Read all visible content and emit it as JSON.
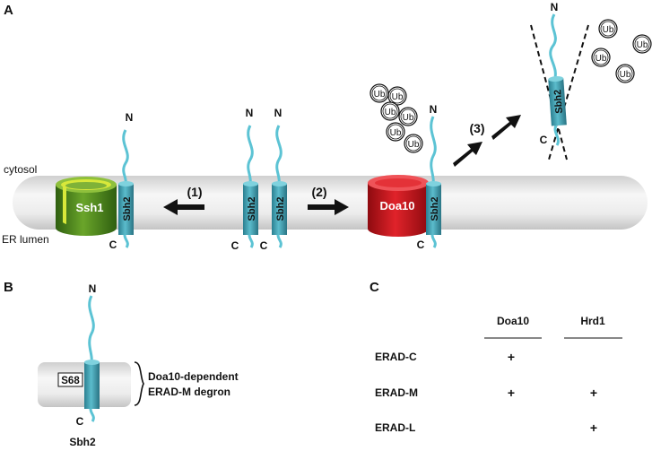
{
  "panels": {
    "a": "A",
    "b": "B",
    "c": "C"
  },
  "compartments": {
    "cytosol": "cytosol",
    "er_lumen": "ER lumen"
  },
  "proteins": {
    "ssh1": "Ssh1",
    "doa10": "Doa10",
    "sbh2": "Sbh2",
    "n_term": "N",
    "c_term": "C",
    "ub": "Ub"
  },
  "steps": {
    "step1": "(1)",
    "step2": "(2)",
    "step3": "(3)"
  },
  "panel_b": {
    "residue": "S68",
    "degron_line1": "Doa10-dependent",
    "degron_line2": "ERAD-M degron",
    "protein": "Sbh2"
  },
  "panel_c": {
    "columns": [
      "Doa10",
      "Hrd1"
    ],
    "rows": [
      {
        "label": "ERAD-C",
        "doa10": "+",
        "hrd1": ""
      },
      {
        "label": "ERAD-M",
        "doa10": "+",
        "hrd1": "+"
      },
      {
        "label": "ERAD-L",
        "doa10": "",
        "hrd1": "+"
      }
    ]
  },
  "colors": {
    "sbh2": "#3fa6b8",
    "tail": "#5cc3d4",
    "ssh1": "#4f8a1e",
    "ssh1_accent": "#d8e83a",
    "doa10": "#d0141b",
    "membrane": "#e3e3e3"
  }
}
